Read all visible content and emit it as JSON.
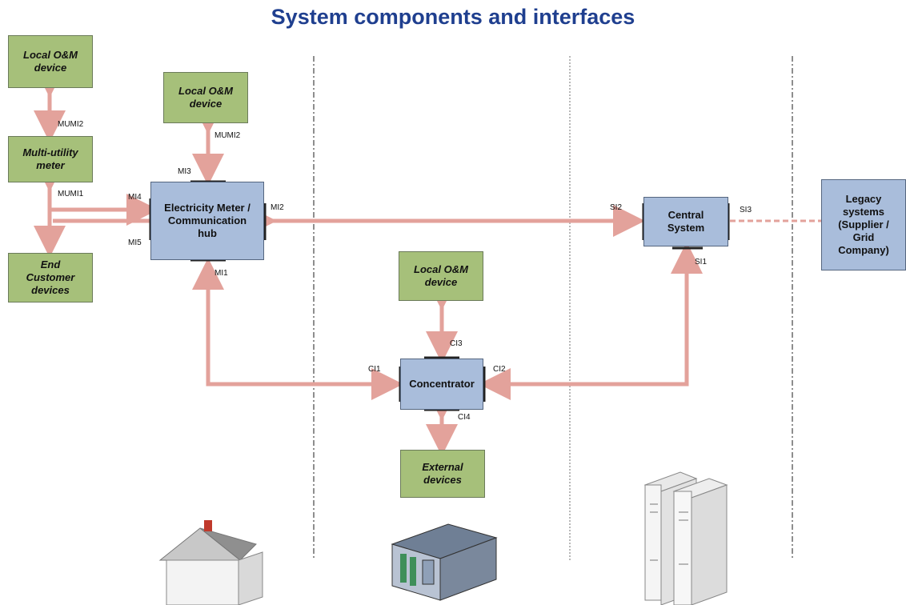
{
  "title": "System components and interfaces",
  "boxes": {
    "om_left": "Local O&M\ndevice",
    "multi_utility": "Multi-utility\nmeter",
    "end_customer": "End\nCustomer\ndevices",
    "om_meter": "Local O&M\ndevice",
    "meter_hub": "Electricity Meter /\nCommunication\nhub",
    "om_conc": "Local O&M\ndevice",
    "concentrator": "Concentrator",
    "external": "External\ndevices",
    "central": "Central\nSystem",
    "legacy": "Legacy\nsystems\n(Supplier /\nGrid\nCompany)"
  },
  "labels": {
    "mumi2_left": "MUMI2",
    "mumi1": "MUMI1",
    "mumi2_top": "MUMI2",
    "mi3": "MI3",
    "mi4": "MI4",
    "mi5": "MI5",
    "mi2": "MI2",
    "mi1": "MI1",
    "si2": "SI2",
    "si3": "SI3",
    "si1": "SI1",
    "ci1": "CI1",
    "ci2": "CI2",
    "ci3": "CI3",
    "ci4": "CI4"
  },
  "colors": {
    "title": "#1f3f8f",
    "arrow": "#e3a29b",
    "green_box": "#a6c07a",
    "blue_box": "#a9bddb"
  },
  "icons": [
    "house-icon",
    "concentrator-device-icon",
    "server-rack-icon"
  ]
}
